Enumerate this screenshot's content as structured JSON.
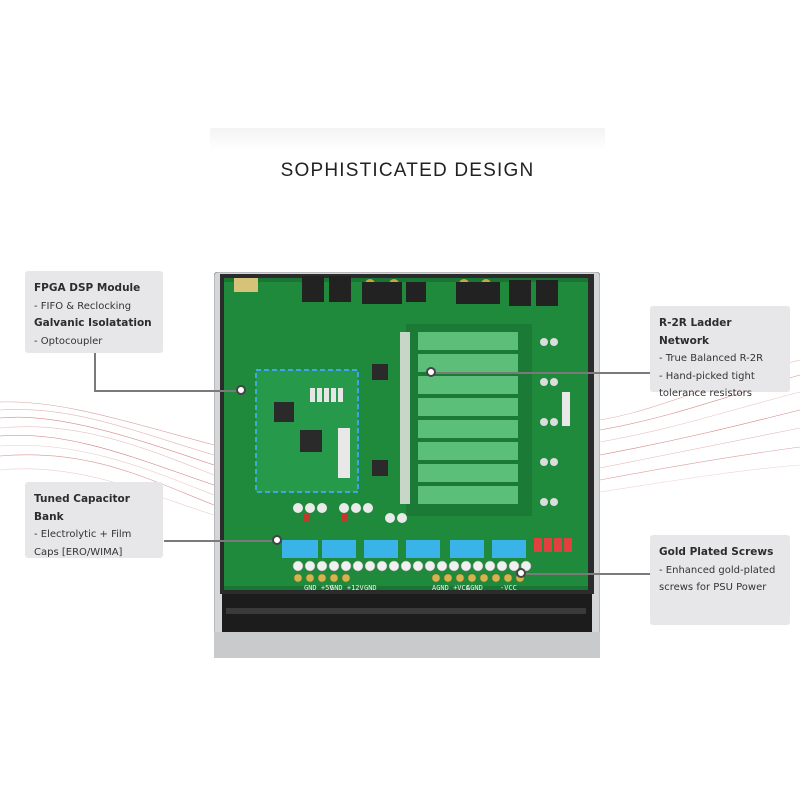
{
  "page": {
    "title": "SOPHISTICATED DESIGN"
  },
  "callouts": {
    "fpga": {
      "heading1": "FPGA DSP Module",
      "detail1": "- FIFO & Reclocking",
      "heading2": "Galvanic Isolatation",
      "detail2": "- Optocoupler"
    },
    "capacitor": {
      "heading": "Tuned Capacitor Bank",
      "detail1": "- Electrolytic + Film",
      "detail2": "Caps [ERO/WIMA]"
    },
    "ladder": {
      "heading": "R-2R Ladder Network",
      "detail1": "- True Balanced R-2R",
      "detail2": "- Hand-picked tight",
      "detail3": "tolerance resistors"
    },
    "screws": {
      "heading": "Gold Plated Screws",
      "detail1": "- Enhanced gold-plated",
      "detail2": "screws for PSU Power"
    }
  },
  "board_labels": {
    "gnd_5v": "GND +5V",
    "gnd_12v": "GND +12V",
    "gnd": "GND",
    "agnd_vcc": "AGND +VCC",
    "agnd": "AGND",
    "vcc": "-VCC"
  },
  "colors": {
    "pcb": "#1f8a3c",
    "chassis": "#d9dadc",
    "callout_bg": "#e7e7e9",
    "highlight_box": "#3da7e8",
    "wave_accent": "#c0392b"
  }
}
